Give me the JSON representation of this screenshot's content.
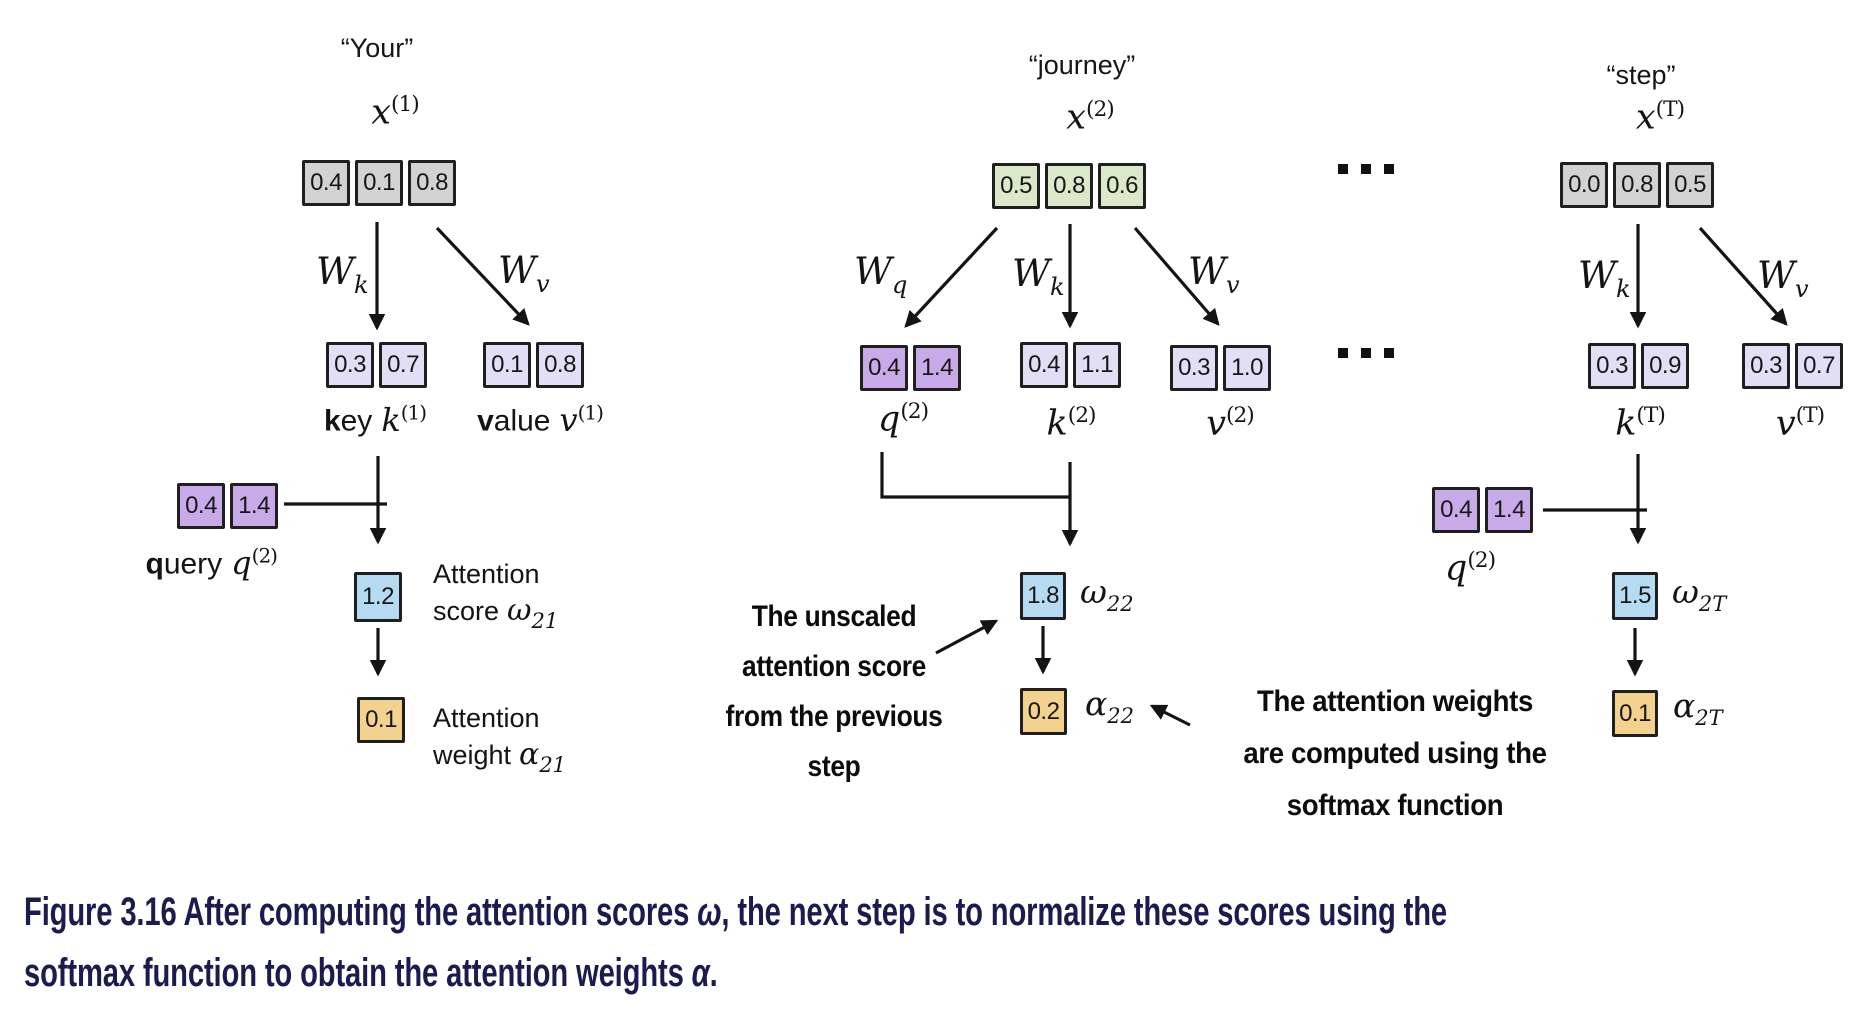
{
  "figure": {
    "left": {
      "word": "“Your”",
      "x": {
        "base": "x",
        "sup": "(1)"
      },
      "x_values": [
        "0.4",
        "0.1",
        "0.8"
      ],
      "w_k": {
        "base": "W",
        "sub": "k"
      },
      "w_v": {
        "base": "W",
        "sub": "v"
      },
      "key_values": [
        "0.3",
        "0.7"
      ],
      "value_values": [
        "0.1",
        "0.8"
      ],
      "key_label": {
        "bold": "k",
        "rest": "ey",
        "math": "k",
        "sup": "(1)"
      },
      "value_label": {
        "bold": "v",
        "rest": "alue",
        "math": "v",
        "sup": "(1)"
      },
      "query_values": [
        "0.4",
        "1.4"
      ],
      "query_label": {
        "bold": "q",
        "rest": "uery",
        "math": "q",
        "sup": "(2)"
      },
      "score": {
        "value": "1.2",
        "line1": "Attention",
        "line2": "score",
        "sym": "ω",
        "sub": "21"
      },
      "weight": {
        "value": "0.1",
        "line1": "Attention",
        "line2": "weight",
        "sym": "α",
        "sub": "21"
      }
    },
    "middle": {
      "word": "“journey”",
      "x": {
        "base": "x",
        "sup": "(2)"
      },
      "x_values": [
        "0.5",
        "0.8",
        "0.6"
      ],
      "w_q": {
        "base": "W",
        "sub": "q"
      },
      "w_k": {
        "base": "W",
        "sub": "k"
      },
      "w_v": {
        "base": "W",
        "sub": "v"
      },
      "q_values": [
        "0.4",
        "1.4"
      ],
      "k_values": [
        "0.4",
        "1.1"
      ],
      "v_values": [
        "0.3",
        "1.0"
      ],
      "q_label": {
        "math": "q",
        "sup": "(2)"
      },
      "k_label": {
        "math": "k",
        "sup": "(2)"
      },
      "v_label": {
        "math": "v",
        "sup": "(2)"
      },
      "score": {
        "value": "1.8",
        "sym": "ω",
        "sub": "22"
      },
      "weight": {
        "value": "0.2",
        "sym": "α",
        "sub": "22"
      }
    },
    "right": {
      "word": "“step”",
      "x": {
        "base": "x",
        "sup": "(T)"
      },
      "x_values": [
        "0.0",
        "0.8",
        "0.5"
      ],
      "w_k": {
        "base": "W",
        "sub": "k"
      },
      "w_v": {
        "base": "W",
        "sub": "v"
      },
      "k_values": [
        "0.3",
        "0.9"
      ],
      "v_values": [
        "0.3",
        "0.7"
      ],
      "k_label": {
        "math": "k",
        "sup": "(T)"
      },
      "v_label": {
        "math": "v",
        "sup": "(T)"
      },
      "query_values": [
        "0.4",
        "1.4"
      ],
      "q_label": {
        "math": "q",
        "sup": "(2)"
      },
      "score": {
        "value": "1.5",
        "sym": "ω",
        "sub": "2T"
      },
      "weight": {
        "value": "0.1",
        "sym": "α",
        "sub": "2T"
      }
    },
    "ellipsis_top": "...",
    "ellipsis_bottom": "...",
    "annotations": {
      "unscaled_lines": [
        "The unscaled",
        "attention score",
        "from the previous",
        "step"
      ],
      "softmax_lines": [
        "The attention weights",
        "are computed using the",
        "softmax function"
      ]
    }
  },
  "caption": {
    "line1_pre": "Figure 3.16 After computing the attention scores ",
    "omega": "ω",
    "line1_post": ", the next step is to normalize these scores using the",
    "line2_pre": "softmax function to obtain the attention weights ",
    "alpha": "α",
    "line2_post": "."
  },
  "colors": {
    "box_gray": "#d2d2d2",
    "box_green": "#dce8ca",
    "box_lavender": "#e2def5",
    "box_purple": "#c8aae9",
    "box_blue": "#b5dbf3",
    "box_orange": "#f3d18e",
    "border": "#1f1f1f",
    "caption_text": "#1b1b4f",
    "diagram_text": "#141414"
  }
}
